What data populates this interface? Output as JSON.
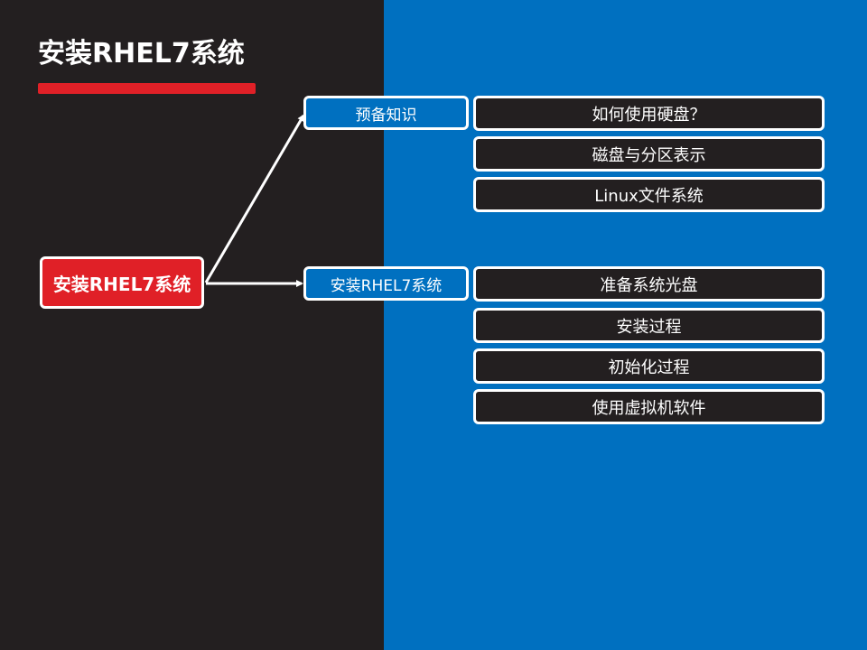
{
  "slide": {
    "title": "安装RHEL7系统"
  },
  "diagram": {
    "root": {
      "label": "安装RHEL7系统"
    },
    "branches": [
      {
        "label": "预备知识",
        "children": [
          "如何使用硬盘？",
          "磁盘与分区表示",
          "Linux文件系统"
        ]
      },
      {
        "label": "安装RHEL7系统",
        "children": [
          "准备系统光盘",
          "安装过程",
          "初始化过程",
          "使用虚拟机软件"
        ]
      }
    ]
  },
  "colors": {
    "left_background": "#231f20",
    "right_background": "#0070c0",
    "accent_red": "#e02027",
    "border_white": "#ffffff"
  }
}
